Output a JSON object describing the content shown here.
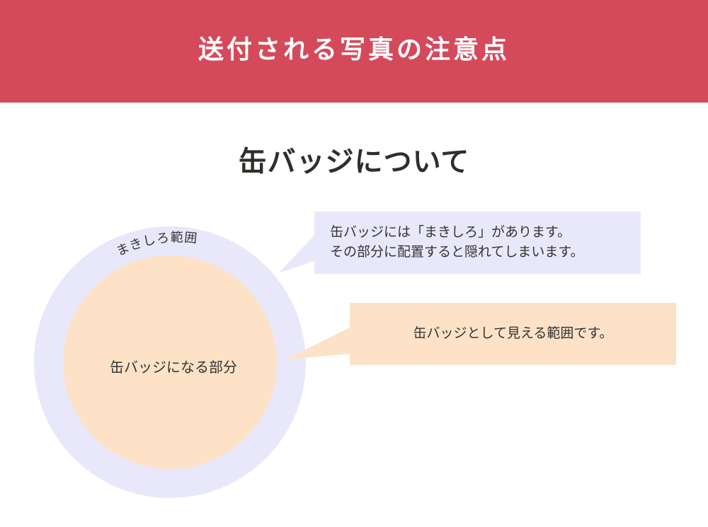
{
  "header": {
    "title": "送付される写真の注意点"
  },
  "section": {
    "title": "缶バッジについて"
  },
  "diagram": {
    "margin_area_label": "まきしろ範囲",
    "badge_area_label": "缶バッジになる部分",
    "margin_callout": {
      "line1": "缶バッジには「まきしろ」があります。",
      "line2": "その部分に配置すると隠れてしまいます。"
    },
    "visible_callout": {
      "text": "缶バッジとして見える範囲です。"
    },
    "colors": {
      "header_bg": "#d44a5b",
      "margin_area": "#e9e8fa",
      "badge_area": "#fde2c7",
      "text": "#333333"
    }
  }
}
